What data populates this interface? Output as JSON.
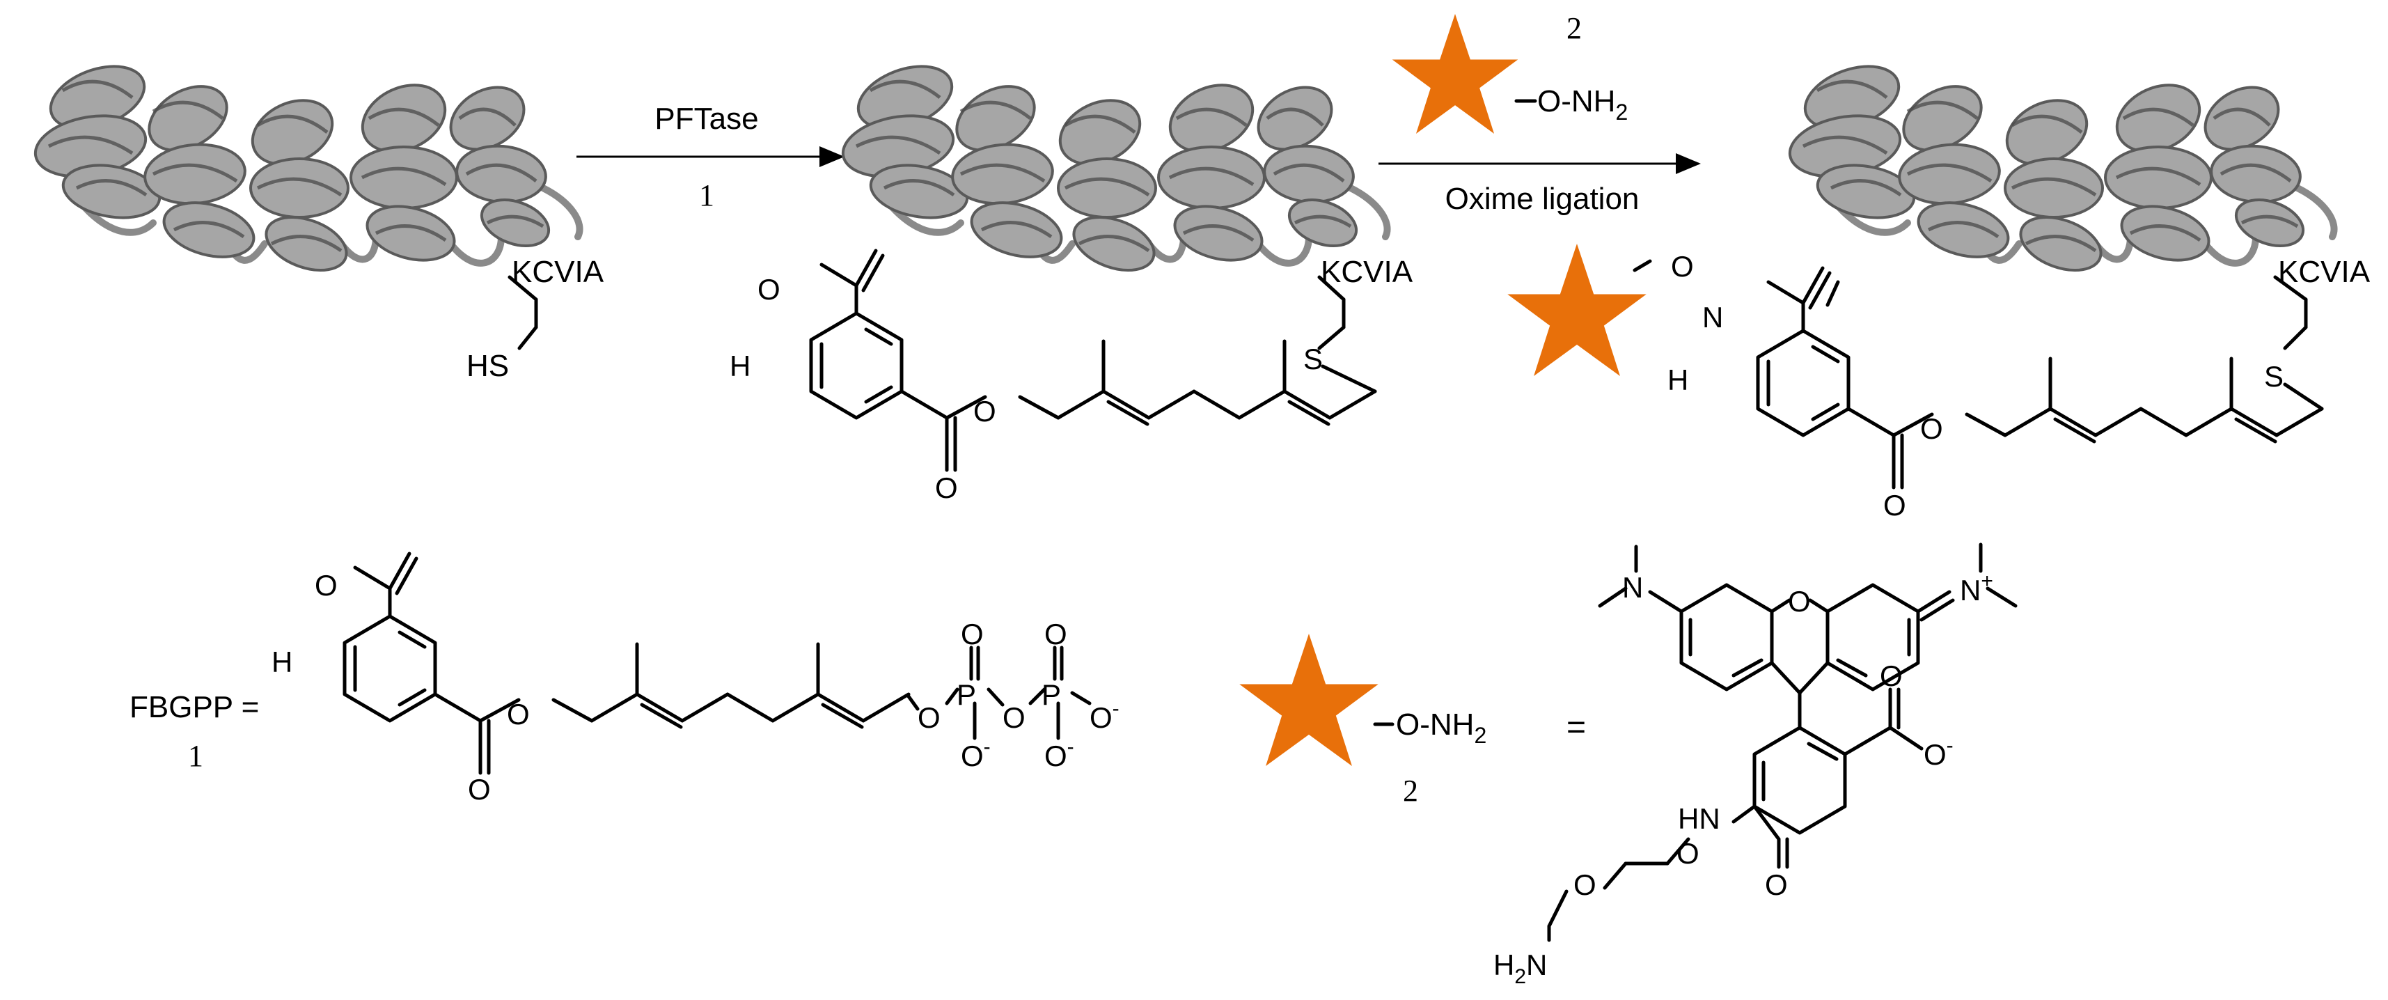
{
  "colors": {
    "star": "#e8700a",
    "protein": "#a6a6a6",
    "protein_edge": "#5a5a5a",
    "bond": "#000000"
  },
  "icons": [
    "protein-ribbon-icon",
    "orange-star-fluorophore-icon"
  ],
  "top": {
    "peptide": "KCVIA",
    "thiol": "HS",
    "step1": {
      "reagent": "PFTase",
      "number": "1"
    },
    "step2": {
      "reagent_number": "2",
      "label": "Oxime ligation",
      "aminooxy": "O-NH",
      "sub": "2"
    },
    "atoms": {
      "O": "O",
      "H": "H",
      "S": "S",
      "N": "N"
    }
  },
  "bottom": {
    "fbgpp_label": "FBGPP =",
    "fbgpp_number": "1",
    "equals": "=",
    "probe_number": "2",
    "aminooxy": "O-NH",
    "sub": "2",
    "phosphate": {
      "P": "P",
      "O": "O",
      "Ominus": "O",
      "minus": "-"
    },
    "dye": {
      "N": "N",
      "Nplus": "N",
      "plus": "+",
      "O": "O",
      "HN": "HN",
      "H2N": "H",
      "H2N_sub": "2",
      "H2N_N": "N"
    }
  }
}
